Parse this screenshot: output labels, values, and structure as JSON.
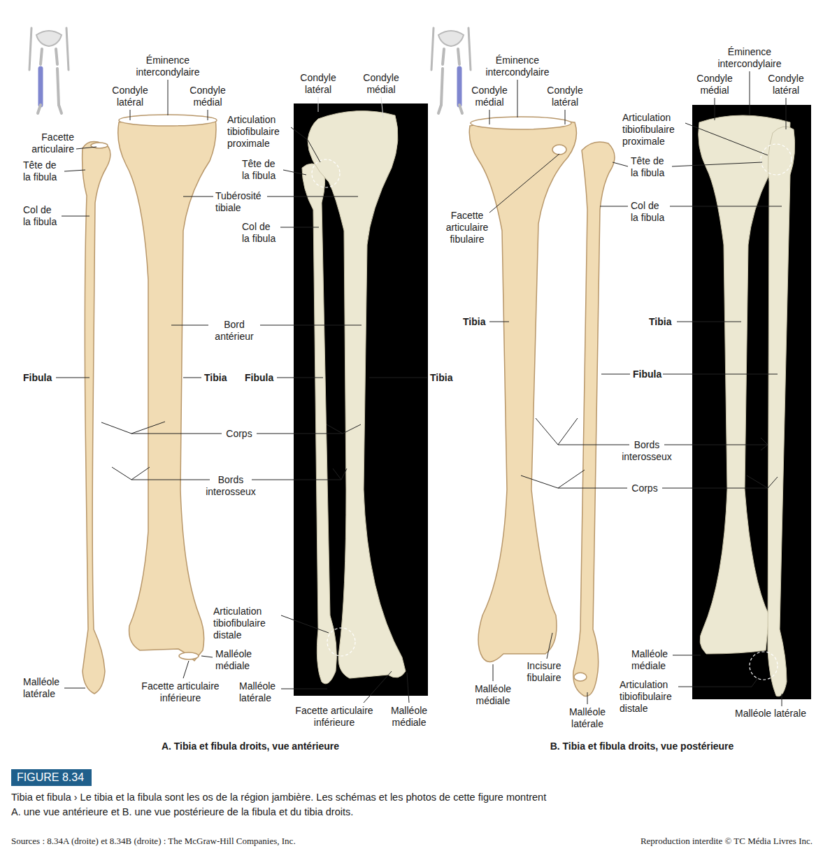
{
  "diagram": {
    "caption": "Tibia et fibula › Le tibia et la fibula sont les os de la région jambière. Les schémas et les photos de cette figure montrent A. une vue antérieure et B. une vue postérieure de la fibula et du tibia droits.",
    "nodes": [
      {
        "text": [
          "FIGURE 8.34"
        ]
      }
    ],
    "labels": [
      "Éminence intercondylaire",
      "Condyle latéral",
      "Condyle médial",
      "Condyle latéral",
      "Condyle médial",
      "Facette articulaire",
      "Tête de la fibula",
      "Col de la fibula",
      "Articulation tibiofibulaire proximale",
      "Tête de la fibula",
      "Tubérosité tibiale",
      "Col de la fibula",
      "Bord antérieur",
      "Fibula",
      "Tibia",
      "Fibula",
      "Tibia",
      "Corps",
      "Bords interosseux",
      "Articulation tibiofibulaire distale",
      "Malléole médiale",
      "Malléole latérale",
      "Facette articulaire inférieure",
      "Malléole latérale",
      "Facette articulaire inférieure",
      "Malléole médiale",
      "Éminence intercondylaire",
      "Condyle médial",
      "Condyle latéral",
      "Éminence intercondylaire",
      "Condyle médial",
      "Condyle latéral",
      "Articulation tibiofibulaire proximale",
      "Tête de la fibula",
      "Col de la fibula",
      "Facette articulaire fibulaire",
      "Tibia",
      "Tibia",
      "Fibula",
      "Bords interosseux",
      "Corps",
      "Malléole médiale",
      "Incisure fibulaire",
      "Articulation tibiofibulaire distale",
      "Malléole médiale",
      "Malléole latérale",
      "Malléole latérale",
      "A. Tibia et fibula droits, vue antérieure",
      "B. Tibia et fibula droits, vue postérieure",
      "Sources : 8.34A (droite) et 8.34B (droite) : The McGraw-Hill Companies, Inc.",
      "Reproduction interdite © TC Média Livres Inc."
    ]
  }
}
